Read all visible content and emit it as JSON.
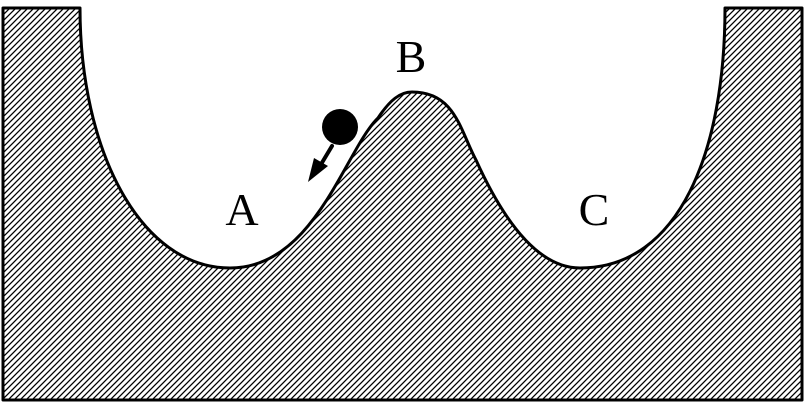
{
  "diagram": {
    "points": {
      "a": "A",
      "b": "B",
      "c": "C"
    },
    "colors": {
      "terrain_fill": "#ffffff",
      "hatch": "#000000",
      "outline": "#000000",
      "ball": "#000000",
      "arrow": "#000000"
    },
    "icons": {
      "ball": "ball-icon",
      "arrow": "arrow-down-left-icon"
    }
  }
}
